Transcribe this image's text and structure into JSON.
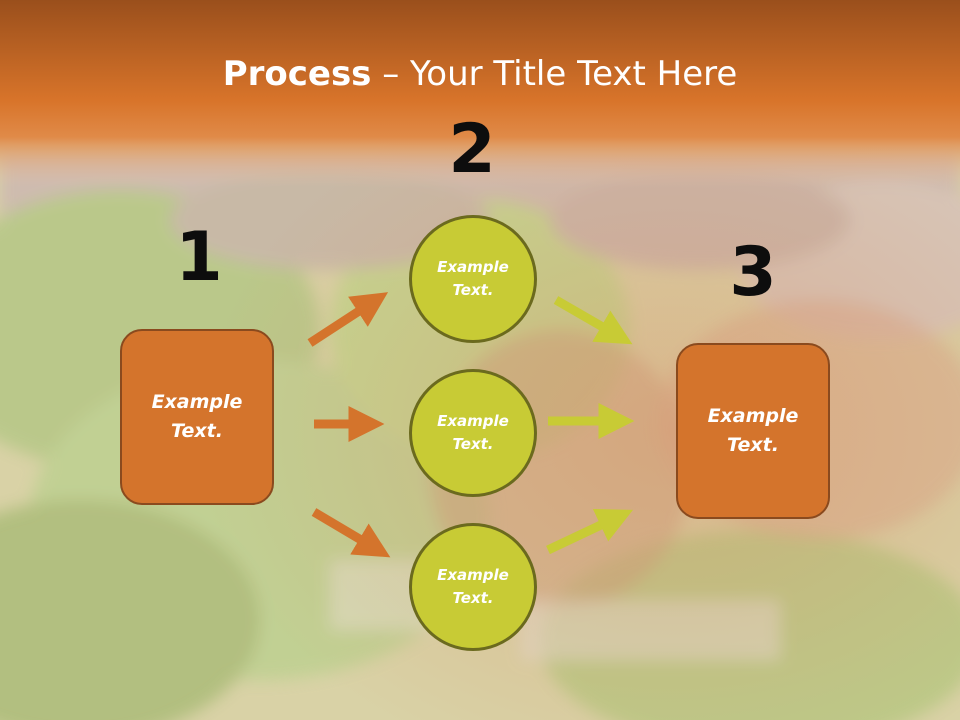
{
  "title": {
    "bold": "Process",
    "rest": " – Your Title Text Here"
  },
  "steps": {
    "step1": {
      "number": "1",
      "text": "Example Text."
    },
    "step2": {
      "number": "2"
    },
    "step3": {
      "number": "3",
      "text": "Example Text."
    }
  },
  "circles": [
    {
      "text": "Example Text."
    },
    {
      "text": "Example Text."
    },
    {
      "text": "Example Text."
    }
  ],
  "colors": {
    "orange": "#d4742c",
    "olive": "#c8cb35",
    "header": "#d9742a"
  }
}
